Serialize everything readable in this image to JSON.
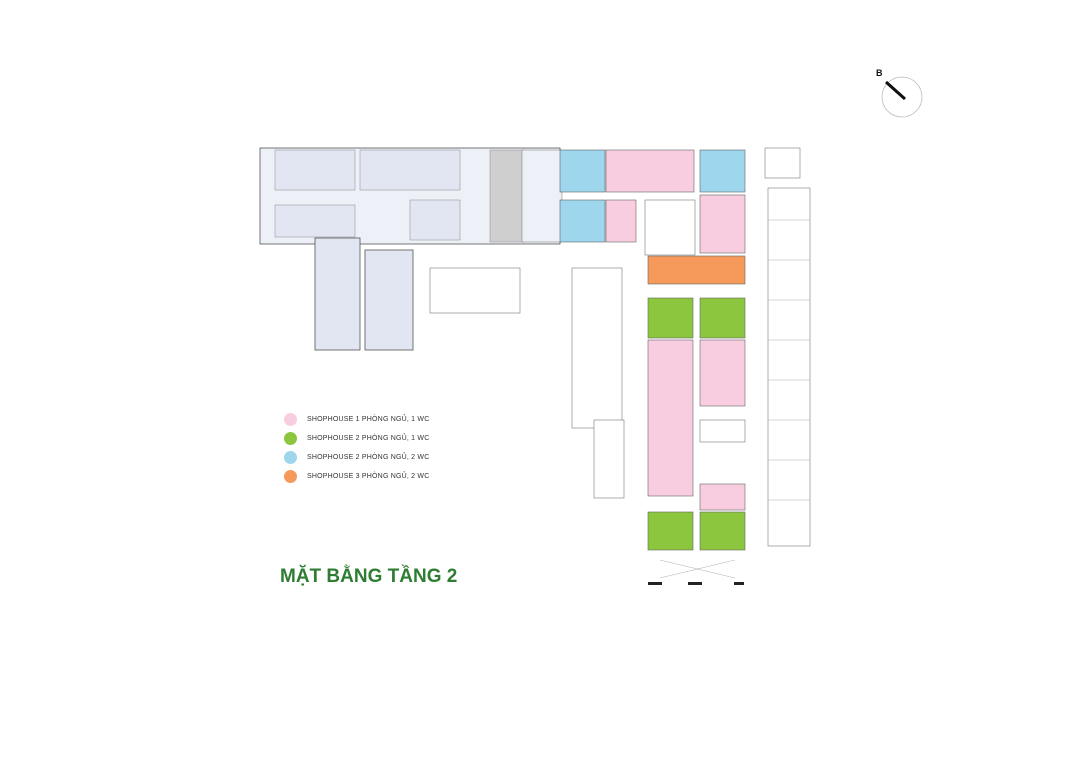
{
  "title": "MẶT BẰNG TẦNG 2",
  "compass": {
    "label": "B"
  },
  "legend": [
    {
      "label": "SHOPHOUSE 1 PHÒNG NGỦ, 1 WC",
      "color": "#f8cde0"
    },
    {
      "label": "SHOPHOUSE 2 PHÒNG NGỦ, 1 WC",
      "color": "#8cc63f"
    },
    {
      "label": "SHOPHOUSE 2 PHÒNG NGỦ, 2 WC",
      "color": "#9ed6ee"
    },
    {
      "label": "SHOPHOUSE 3 PHÒNG NGỦ, 2 WC",
      "color": "#f59a5a"
    }
  ],
  "colors": {
    "title": "#2e7d32",
    "wall": "#222222",
    "line": "#9a9a9a",
    "fill_grey": "#eef0f7",
    "tag_green": "#2e7d32"
  }
}
